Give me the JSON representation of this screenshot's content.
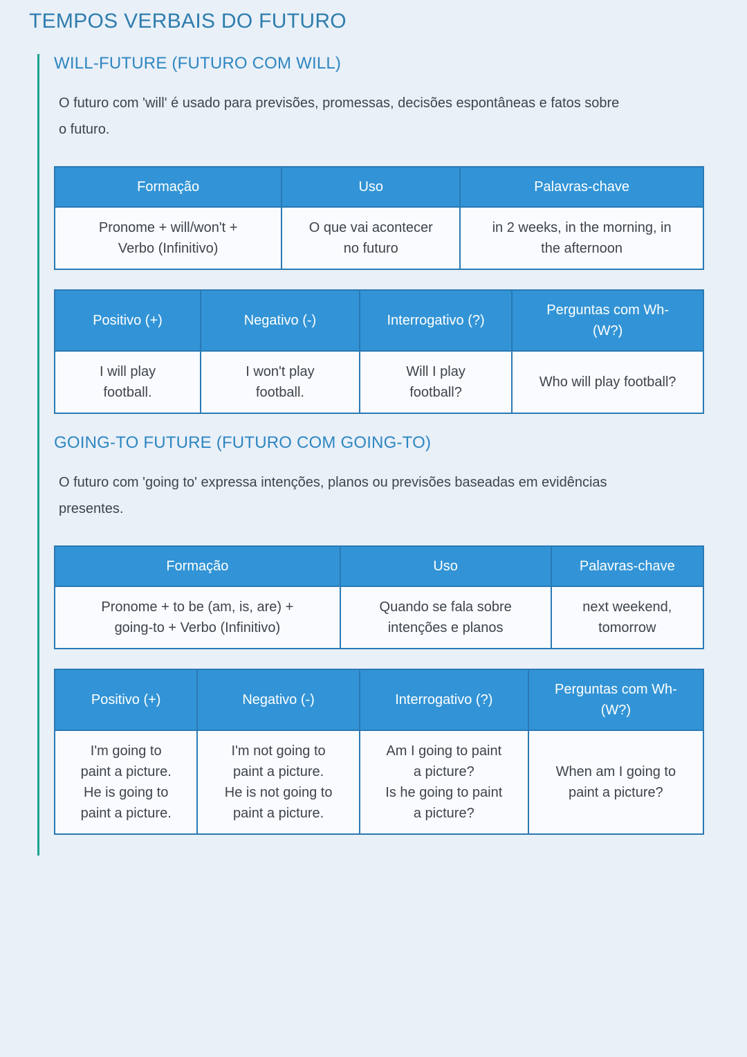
{
  "page": {
    "title": "TEMPOS VERBAIS DO FUTURO"
  },
  "colors": {
    "background": "#e9f0f8",
    "accent_teal": "#1ba38e",
    "title_blue": "#2e7dad",
    "heading_blue": "#2e86c1",
    "table_header_bg": "#3294d6",
    "table_border": "#2a79b4",
    "cell_bg": "#f9fbfe",
    "body_text": "#3d4449"
  },
  "sections": [
    {
      "id": "will-future",
      "heading": "WILL-FUTURE (FUTURO COM WILL)",
      "description": "O futuro com 'will' é usado para previsões, promessas, decisões espontâneas e fatos sobre\no futuro.",
      "info_table": {
        "headers": [
          "Formação",
          "Uso",
          "Palavras-chave"
        ],
        "row": [
          "Pronome + will/won't +\nVerbo (Infinitivo)",
          "O que vai acontecer\nno futuro",
          "in 2 weeks, in the morning, in\nthe afternoon"
        ]
      },
      "forms_table": {
        "headers": [
          "Positivo (+)",
          "Negativo (-)",
          "Interrogativo (?)",
          "Perguntas com Wh-\n(W?)"
        ],
        "row": [
          "I will play\nfootball.",
          "I won't play\nfootball.",
          "Will I play\nfootball?",
          "Who will play football?"
        ]
      }
    },
    {
      "id": "going-to-future",
      "heading": "GOING-TO FUTURE (FUTURO COM GOING-TO)",
      "description": "O futuro com 'going to' expressa intenções, planos ou previsões baseadas em evidências\npresentes.",
      "info_table": {
        "headers": [
          "Formação",
          "Uso",
          "Palavras-chave"
        ],
        "row": [
          "Pronome + to be (am, is, are) +\ngoing-to + Verbo (Infinitivo)",
          "Quando se fala sobre\nintenções e planos",
          "next weekend,\ntomorrow"
        ]
      },
      "forms_table": {
        "headers": [
          "Positivo (+)",
          "Negativo (-)",
          "Interrogativo (?)",
          "Perguntas com Wh-\n(W?)"
        ],
        "row": [
          "I'm going to\npaint a picture.\nHe is going to\npaint a picture.",
          "I'm not going to\npaint a picture.\nHe is not going to\npaint a picture.",
          "Am I going to paint\na picture?\nIs he going to paint\na picture?",
          "When am I going to\npaint a picture?"
        ]
      }
    }
  ]
}
